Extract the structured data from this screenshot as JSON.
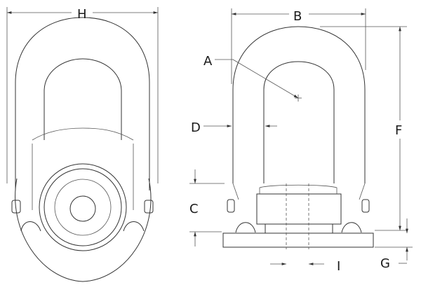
{
  "labels": {
    "H": "H",
    "B": "B",
    "A": "A",
    "D": "D",
    "F": "F",
    "C": "C",
    "G": "G",
    "I": "I"
  },
  "colors": {
    "line": "#333333",
    "background": "#ffffff"
  }
}
